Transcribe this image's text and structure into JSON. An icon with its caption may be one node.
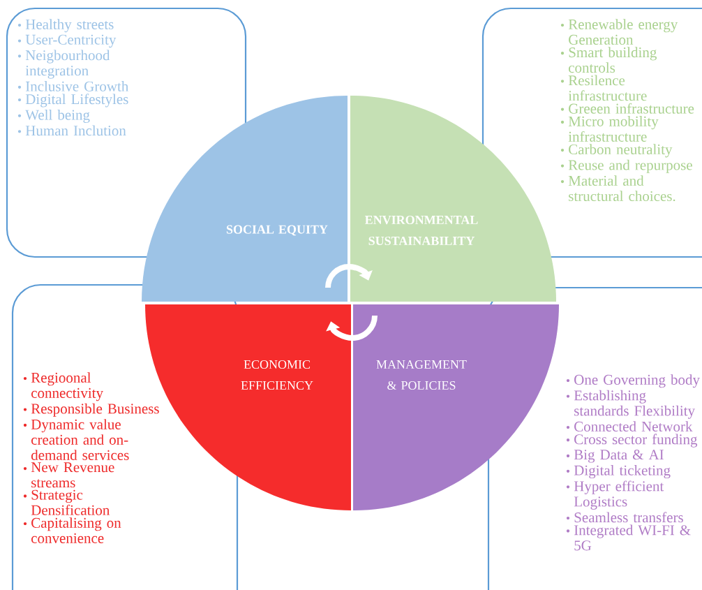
{
  "diagram": {
    "nodes": [
      {
        "text": [
          "Healthy streets",
          "User-Centricity",
          "Neigbourhood integration",
          "Inclusive Growth",
          "Digital Lifestyles",
          "Well being",
          "Human Inclution"
        ]
      },
      {
        "text": [
          "Renewable energy Generation",
          "Smart building controls",
          "Resilence infrastructure",
          "Greeen infrastructure",
          "Micro mobility infrastructure",
          "Carbon neutrality",
          "Reuse and repurpose",
          "Material and structural choices."
        ]
      },
      {
        "text": [
          "SOCIAL EQUITY"
        ]
      },
      {
        "text": [
          "ENVIRONMENTAL SUSTAINABILITY"
        ]
      },
      {
        "text": [
          "ECONOMIC EFFICIENCY"
        ]
      },
      {
        "text": [
          "MANAGEMENT & POLICIES"
        ]
      },
      {
        "text": [
          "Regioonal connectivity",
          "Responsible Business",
          "Dynamic value creation and on-demand services",
          "New Revenue streams",
          "Strategic Densification",
          "Capitalising on convenience"
        ]
      },
      {
        "text": [
          "One Governing body",
          "Establishing standards Flexibility",
          "Connected Network",
          "Cross sector funding",
          "Big Data & AI",
          "Digital ticketing",
          "Hyper efficient Logistics",
          "Seamless transfers",
          "Integrated WI-FI & 5G"
        ]
      }
    ],
    "edges": [
      {
        "from": 2,
        "to": 3,
        "arrow": "to"
      },
      {
        "from": 5,
        "to": 4,
        "arrow": "to"
      }
    ]
  }
}
